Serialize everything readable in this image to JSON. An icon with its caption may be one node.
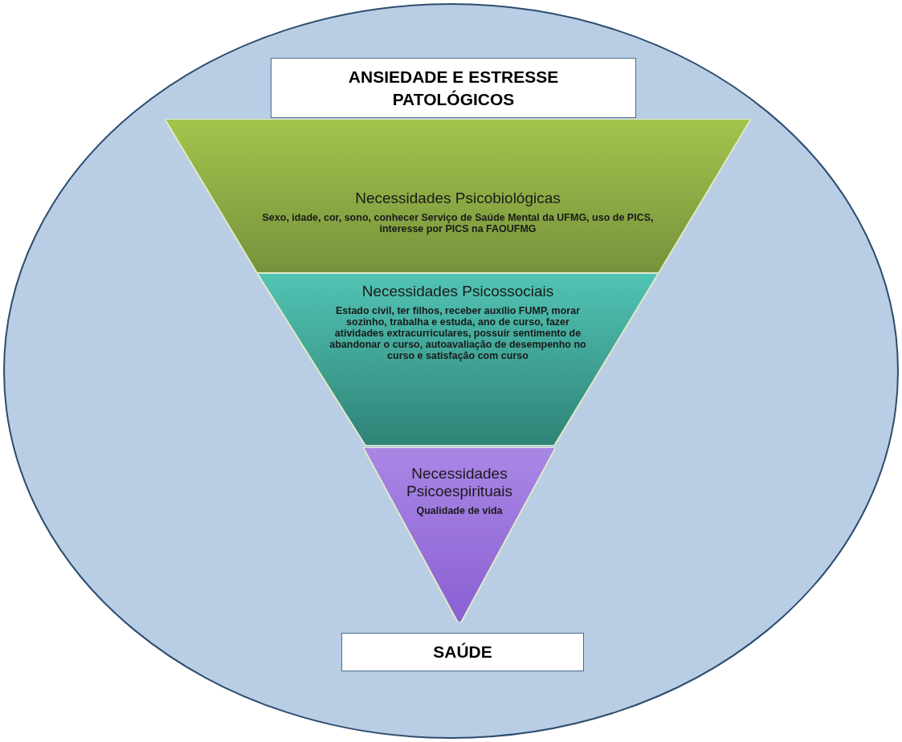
{
  "diagram": {
    "nodes": [
      {
        "text": [],
        "shape": "ellipse"
      },
      {
        "text": [
          "ANSIEDADE E ESTRESSE PATOLÓGICOS"
        ],
        "in": 0
      },
      {
        "text": [
          "Necessidades Psicobiológicas",
          "Sexo, idade, cor, sono, conhecer Serviço de Saúde Mental da UFMG, uso de PICS, interesse por PICS na FAOUFMG"
        ],
        "in": 0
      },
      {
        "text": [
          "Necessidades Psicossociais",
          "Estado civil, ter filhos, receber auxílio FUMP, morar sozinho, trabalha e estuda, ano de curso, fazer atividades extracurriculares, possuir sentimento de abandonar o curso, autoavaliação de desempenho no curso e satisfação com curso"
        ],
        "in": 0
      },
      {
        "text": [
          "Necessidades Psicoespirituais",
          "Qualidade de vida"
        ],
        "in": 0
      },
      {
        "text": [
          "SAÚDE"
        ],
        "in": 0
      }
    ]
  }
}
